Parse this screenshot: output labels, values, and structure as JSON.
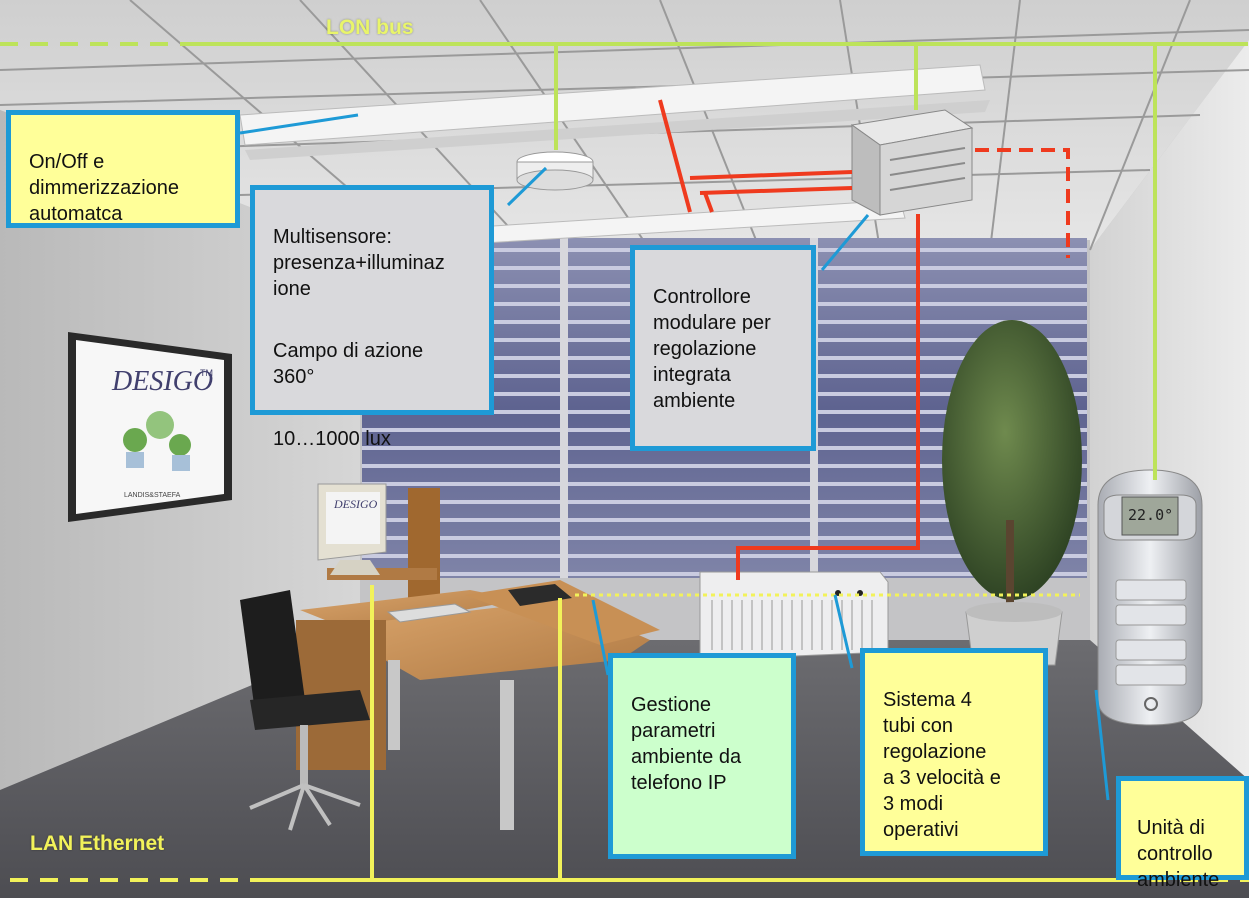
{
  "buses": {
    "lon_label": "LON bus",
    "lan_label": "LAN Ethernet"
  },
  "callouts": {
    "lighting": {
      "text": "On/Off e\ndimmerizzazione\nautomatca"
    },
    "multisensor": {
      "line1": "Multisensore:\npresenza+illuminaz\nione",
      "line2": "Campo di azione\n360°",
      "line3": "10…1000 lux"
    },
    "controller": {
      "text": "Controllore\nmodulare per\nregolazione\nintegrata\nambiente"
    },
    "ip_phone": {
      "text": "Gestione\nparametri\nambiente da\ntelefono IP"
    },
    "fancoil": {
      "text": "Sistema 4\ntubi con\nregolazione\na 3 velocità e\n3 modi\noperativi"
    },
    "room_unit": {
      "text": "Unità di\ncontrollo\nambiente"
    }
  },
  "poster": {
    "brand": "DESIGO",
    "tm": "TM",
    "caption": "LANDIS&STAEFA"
  },
  "monitor": {
    "brand": "DESIGO"
  },
  "room_unit_display": {
    "temperature": "22.0°"
  },
  "colors": {
    "callout_border": "#1e9ad6",
    "callout_grey": "#d9d9dc",
    "callout_yellow": "#ffff99",
    "callout_green": "#ccffcc",
    "lon_bus": "#bde35a",
    "lan_bus": "#f2f25a",
    "wiring_red": "#ef3a1e"
  }
}
